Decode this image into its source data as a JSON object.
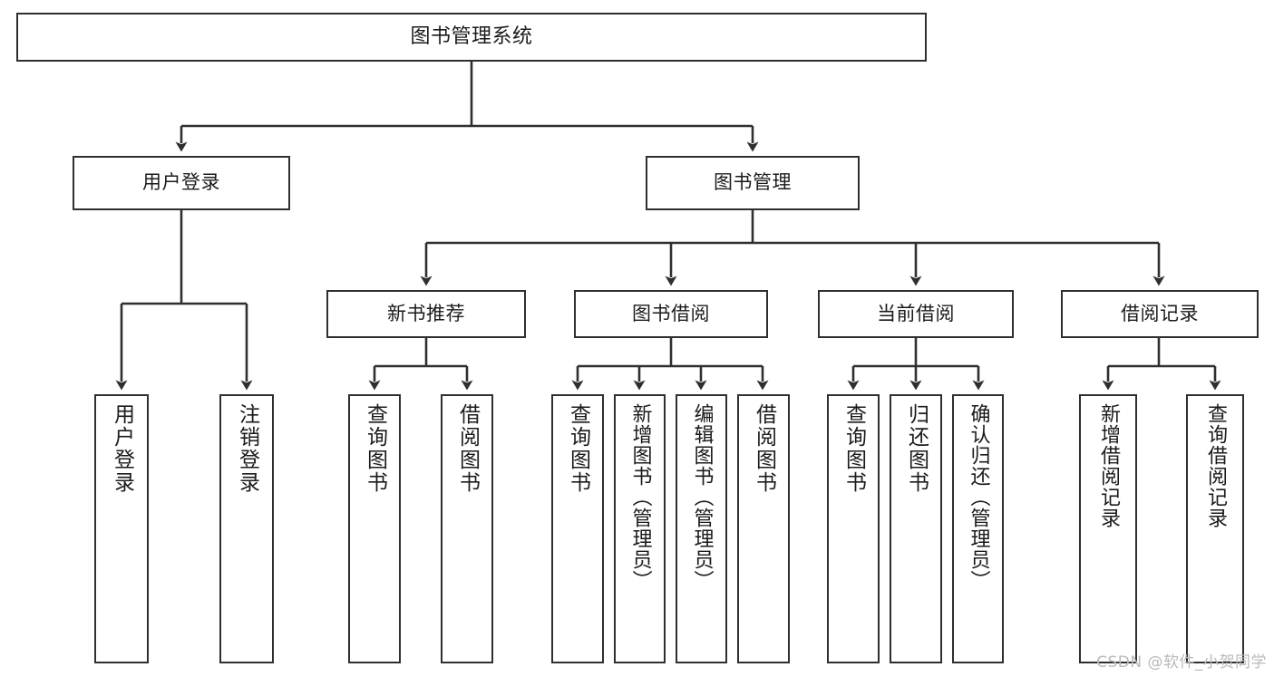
{
  "diagram": {
    "title": "图书管理系统",
    "type": "tree",
    "colors": {
      "border": "#2f2f2f",
      "fill": "#ffffff",
      "text": "#1b1b1b",
      "edge": "#2f2f2f",
      "watermark": "#b9b9b9"
    },
    "nodes": {
      "root": {
        "label": "图书管理系统"
      },
      "level2": [
        {
          "id": "user-login",
          "label": "用户登录"
        },
        {
          "id": "book-manage",
          "label": "图书管理"
        }
      ],
      "level3": [
        {
          "id": "new-book-rec",
          "label": "新书推荐"
        },
        {
          "id": "book-borrow",
          "label": "图书借阅"
        },
        {
          "id": "current-borrow",
          "label": "当前借阅"
        },
        {
          "id": "borrow-record",
          "label": "借阅记录"
        }
      ],
      "leaves": {
        "user-login": [
          {
            "id": "leaf-user-login",
            "label": "用户登录"
          },
          {
            "id": "leaf-user-logout",
            "label": "注销登录"
          }
        ],
        "new-book-rec": [
          {
            "id": "leaf-query-book-1",
            "label": "查询图书"
          },
          {
            "id": "leaf-borrow-book-1",
            "label": "借阅图书"
          }
        ],
        "book-borrow": [
          {
            "id": "leaf-query-book-2",
            "label": "查询图书"
          },
          {
            "id": "leaf-add-book",
            "label": "新增图书（管理员）"
          },
          {
            "id": "leaf-edit-book",
            "label": "编辑图书（管理员）"
          },
          {
            "id": "leaf-borrow-book-2",
            "label": "借阅图书"
          }
        ],
        "current-borrow": [
          {
            "id": "leaf-query-book-3",
            "label": "查询图书"
          },
          {
            "id": "leaf-return-book",
            "label": "归还图书"
          },
          {
            "id": "leaf-confirm-return",
            "label": "确认归还（管理员）"
          }
        ],
        "borrow-record": [
          {
            "id": "leaf-add-record",
            "label": "新增借阅记录"
          },
          {
            "id": "leaf-query-record",
            "label": "查询借阅记录"
          }
        ]
      }
    }
  },
  "watermark": {
    "text": "CSDN @软件_小贺同学"
  }
}
